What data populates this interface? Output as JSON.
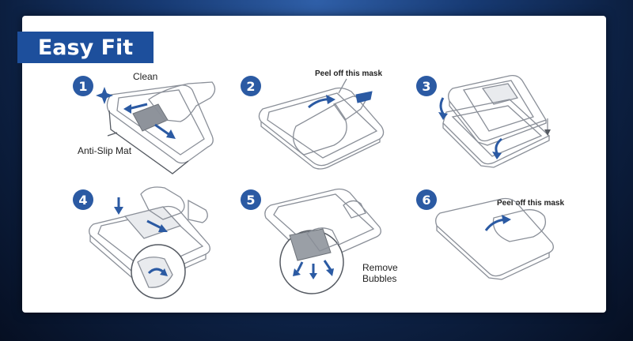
{
  "title": "Easy Fit",
  "steps": [
    {
      "number": "1",
      "labels": {
        "clean": "Clean",
        "mat": "Anti-Slip Mat"
      }
    },
    {
      "number": "2",
      "labels": {
        "peel": "Peel off this mask"
      }
    },
    {
      "number": "3",
      "labels": {}
    },
    {
      "number": "4",
      "labels": {}
    },
    {
      "number": "5",
      "labels": {
        "remove": "Remove",
        "bubbles": "Bubbles"
      }
    },
    {
      "number": "6",
      "labels": {
        "peel": "Peel off this mask"
      }
    }
  ],
  "colors": {
    "accent": "#2b5aa3",
    "title_bg": "#1d4f9c"
  }
}
